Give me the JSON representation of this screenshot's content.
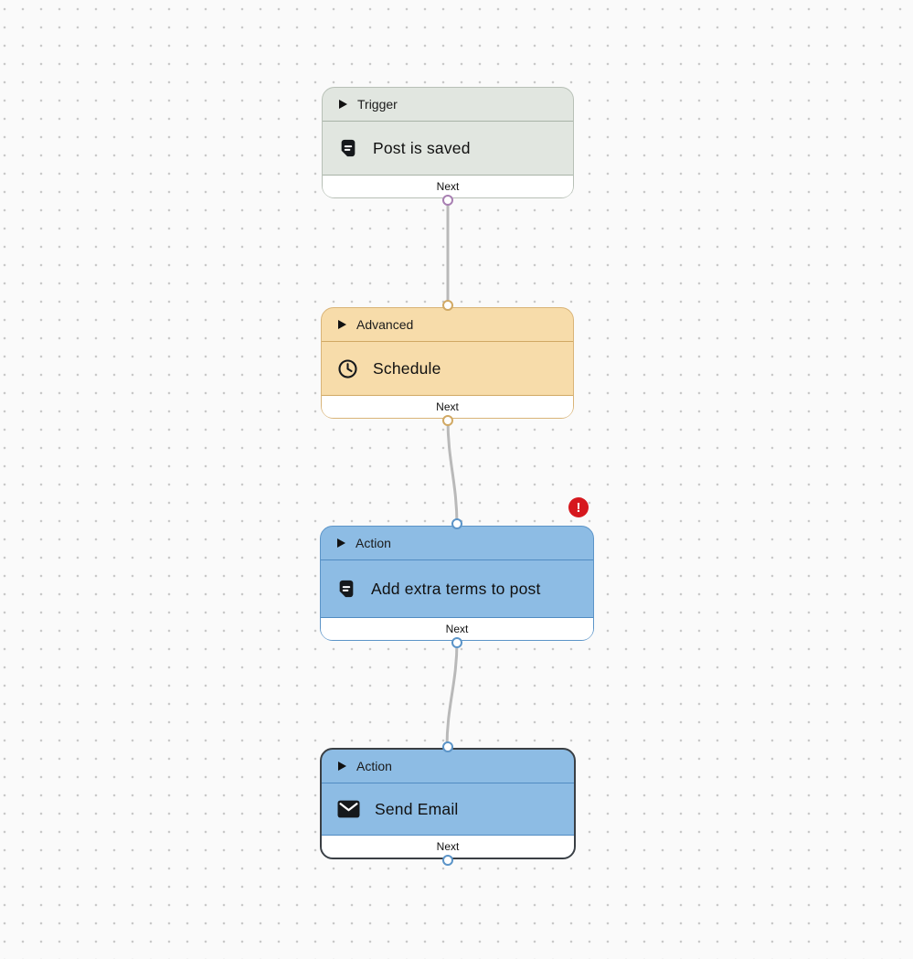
{
  "canvas": {
    "background_color": "#fafafa",
    "dot_color": "#c9c9c9",
    "edge_color": "#b9b9b9"
  },
  "error_badge": {
    "glyph": "!",
    "color": "#d6181e",
    "attached_to": "Add extra terms to post"
  },
  "edges": [
    {
      "from": "Post is saved",
      "to": "Schedule"
    },
    {
      "from": "Schedule",
      "to": "Add extra terms to post"
    },
    {
      "from": "Add extra terms to post",
      "to": "Send Email"
    }
  ],
  "nodes": [
    {
      "category": "Trigger",
      "title": "Post is saved",
      "icon": "document-icon",
      "footer_label": "Next",
      "theme": {
        "fill": "#e1e6e0",
        "border": "#b7c0b6",
        "divider": "#a8b3a7",
        "port": "#a87fb2"
      }
    },
    {
      "category": "Advanced",
      "title": "Schedule",
      "icon": "clock-icon",
      "footer_label": "Next",
      "theme": {
        "fill": "#f7dcaa",
        "border": "#d9b478",
        "divider": "#d1a964",
        "port": "#d1a964"
      }
    },
    {
      "category": "Action",
      "title": "Add extra terms to post",
      "icon": "document-icon",
      "footer_label": "Next",
      "has_error": true,
      "theme": {
        "fill": "#8dbce4",
        "border": "#5b94c8",
        "divider": "#518cc2",
        "port": "#5b94c8"
      }
    },
    {
      "category": "Action",
      "title": "Send Email",
      "icon": "envelope-icon",
      "footer_label": "Next",
      "selected": true,
      "theme": {
        "fill": "#8dbce4",
        "border": "#3a3f44",
        "divider": "#518cc2",
        "port": "#5b94c8"
      }
    }
  ]
}
